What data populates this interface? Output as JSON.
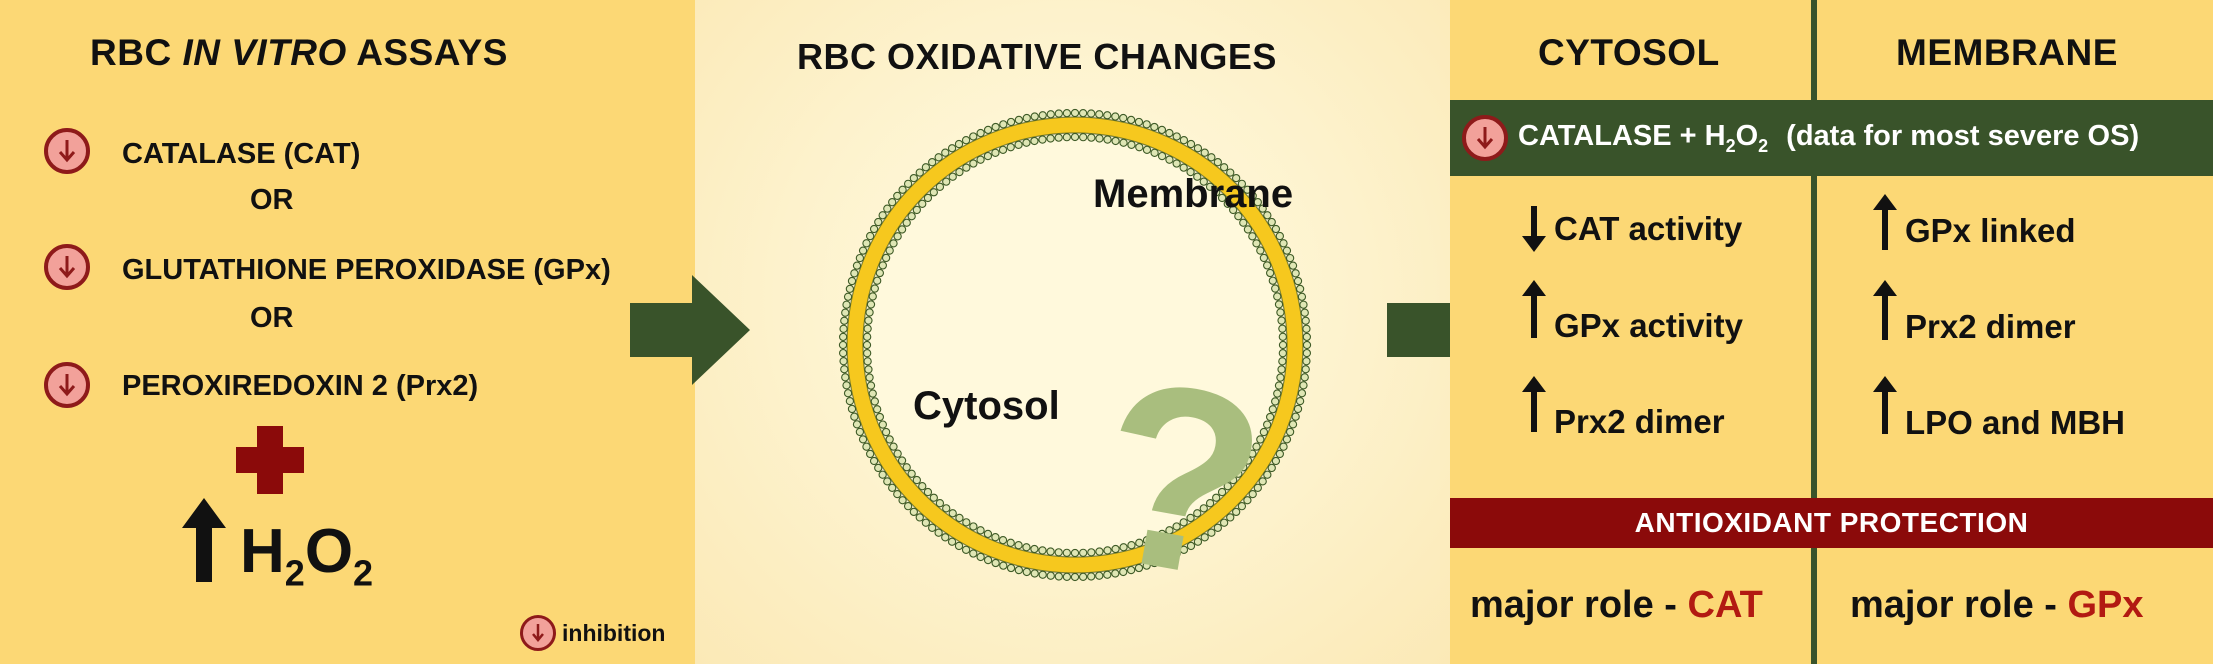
{
  "left": {
    "title_pre": "RBC ",
    "title_italic": "IN VITRO",
    "title_post": " ASSAYS",
    "enzymes": [
      "CATALASE (CAT)",
      "GLUTATHIONE PEROXIDASE (GPx)",
      "PEROXIREDOXIN 2 (Prx2)"
    ],
    "or_label": "OR",
    "h2o2": {
      "h1": "H",
      "sub1": "2",
      "o": "O",
      "sub2": "2"
    },
    "legend_label": "inhibition"
  },
  "middle": {
    "title": "RBC OXIDATIVE CHANGES",
    "membrane_label": "Membrane",
    "cytosol_label": "Cytosol",
    "question_mark": "?"
  },
  "right": {
    "header_cytosol": "CYTOSOL",
    "header_membrane": "MEMBRANE",
    "catalase_bar": {
      "pre": "CATALASE + H",
      "sub1": "2",
      "o": "O",
      "sub2": "2",
      "note": "(data for most severe OS)"
    },
    "cytosol_items": [
      {
        "direction": "down",
        "text": "CAT activity"
      },
      {
        "direction": "up",
        "text": "GPx activity"
      },
      {
        "direction": "up",
        "text": "Prx2 dimer"
      }
    ],
    "membrane_items": [
      {
        "direction": "up",
        "text": "GPx linked"
      },
      {
        "direction": "up",
        "text": "Prx2 dimer"
      },
      {
        "direction": "up",
        "text": "LPO and MBH"
      }
    ],
    "protection_label": "ANTIOXIDANT PROTECTION",
    "cytosol_role_prefix": "major role - ",
    "cytosol_role_enzyme": "CAT",
    "membrane_role_prefix": "major role - ",
    "membrane_role_enzyme": "GPx"
  },
  "colors": {
    "panel_yellow": "#FCD875",
    "dark_green": "#39532A",
    "dark_red": "#8B0A0A",
    "inhibition_fill": "#F2A19A",
    "membrane_yellow": "#F6C81E",
    "question_green": "#A9BE7E"
  },
  "icons": [
    "inhibition-icon",
    "plus-icon",
    "up-arrow-icon",
    "down-arrow-icon",
    "flow-arrow-icon",
    "question-mark-icon"
  ]
}
